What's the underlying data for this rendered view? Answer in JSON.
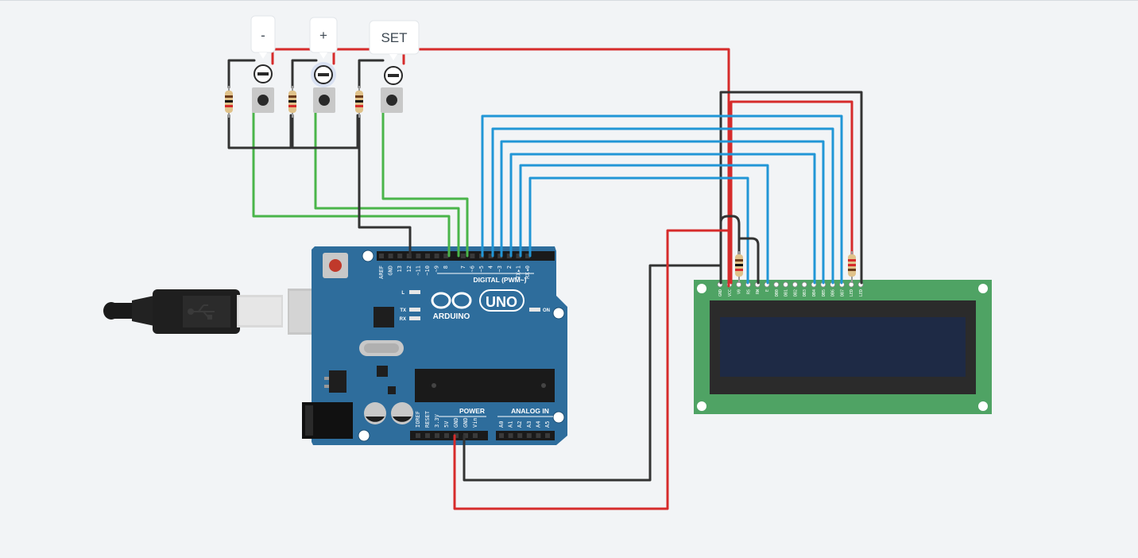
{
  "buttons": [
    {
      "label": "-"
    },
    {
      "label": "+"
    },
    {
      "label": "SET"
    }
  ],
  "arduino": {
    "brand": "ARDUINO",
    "model": "UNO",
    "digital_header": "DIGITAL (PWM~)",
    "power_header": "POWER",
    "analog_header": "ANALOG IN",
    "on_label": "ON",
    "l_label": "L",
    "tx_label": "TX",
    "rx_label": "RX",
    "digital_pins": [
      "AREF",
      "GND",
      "13",
      "12",
      "~11",
      "~10",
      "~9",
      "8",
      "7",
      "~6",
      "~5",
      "4",
      "~3",
      "2",
      "TX▸1",
      "RX◂0"
    ],
    "power_pins": [
      "IOREF",
      "RESET",
      "3.3V",
      "5V",
      "GND",
      "GND",
      "Vin"
    ],
    "analog_pins": [
      "A0",
      "A1",
      "A2",
      "A3",
      "A4",
      "A5"
    ]
  },
  "lcd": {
    "pins": [
      "GND",
      "VCC",
      "V0",
      "RS",
      "RW",
      "E",
      "DB0",
      "DB1",
      "DB2",
      "DB3",
      "DB4",
      "DB5",
      "DB6",
      "DB7",
      "LED",
      "LED"
    ]
  },
  "colors": {
    "board": "#2e6d9c",
    "lcd_pcb": "#4fa364",
    "lcd_screen": "#1e2a45",
    "wire_red": "#d62b2b",
    "wire_black": "#333333",
    "wire_green": "#4ab54a",
    "wire_blue": "#2196d6"
  }
}
